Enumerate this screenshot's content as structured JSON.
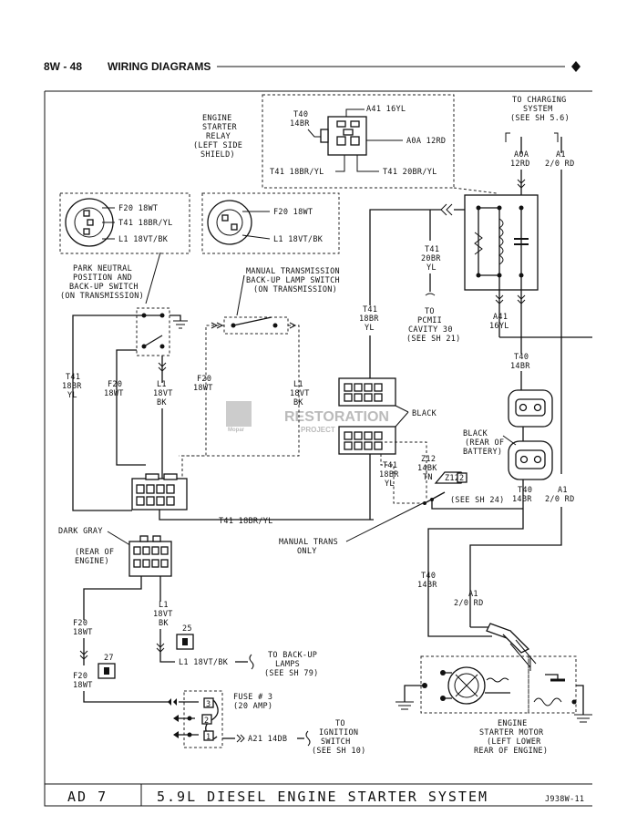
{
  "header": {
    "page_number": "8W - 48",
    "section_title": "WIRING DIAGRAMS"
  },
  "footer": {
    "group": "AD 7",
    "title": "5.9L DIESEL ENGINE STARTER SYSTEM",
    "figure_id": "J938W-11"
  },
  "watermark": {
    "line1": "Mopar",
    "line2": "RESTORATION",
    "line3": "PROJECT"
  },
  "relay": {
    "name": [
      "ENGINE",
      "STARTER",
      "RELAY",
      "(LEFT SIDE",
      "SHIELD)"
    ],
    "wire_t40": [
      "T40",
      "14BR"
    ],
    "wire_a41": "A41 16YL",
    "wire_a0a": "A0A 12RD",
    "wire_t41_left": "T41 18BR/YL",
    "wire_t41_right": "T41 20BR/YL"
  },
  "charging": {
    "label": [
      "TO CHARGING",
      "SYSTEM",
      "(SEE SH 5.6)"
    ],
    "wire_a0a": [
      "A0A",
      "12RD"
    ],
    "wire_a1": [
      "A1",
      "2/0 RD"
    ]
  },
  "pnp_detail": {
    "wire_f20": "F20 18WT",
    "wire_t41": "T41 18BR/YL",
    "wire_l1": "L1 18VT/BK"
  },
  "mtx_detail": {
    "wire_f20": "F20 18WT",
    "wire_l1": "L1 18VT/BK"
  },
  "pnp_switch": {
    "label": [
      "PARK NEUTRAL",
      "POSITION AND",
      "BACK-UP SWITCH",
      "(ON TRANSMISSION)"
    ]
  },
  "mtx_switch": {
    "label": [
      "MANUAL TRANSMISSION",
      "BACK-UP LAMP SWITCH",
      "(ON TRANSMISSION)"
    ]
  },
  "wires": {
    "t41_pcm": [
      "T41",
      "20BR",
      "YL"
    ],
    "pcm_dest": [
      "TO",
      "PCMII",
      "CAVITY 30",
      "(SEE SH 21)"
    ],
    "a41": [
      "A41",
      "16YL"
    ],
    "t40_a": [
      "T40",
      "14BR"
    ],
    "t41_vert": [
      "T41",
      "18BR",
      "YL"
    ],
    "t41_left": [
      "T41",
      "18BR",
      "YL"
    ],
    "f20_left": [
      "F20",
      "18WT"
    ],
    "l1_mid": [
      "L1",
      "18VT",
      "BK"
    ],
    "f20_mid": [
      "F20",
      "18WT"
    ],
    "l1_right": [
      "L1",
      "18VT",
      "BK"
    ],
    "t41_horiz": "T41 18BR/YL",
    "t41_lower": [
      "T41",
      "18BR",
      "YL"
    ],
    "z12": [
      "Z12",
      "14BK",
      "TN"
    ],
    "z12_flag": "Z12",
    "z12_flag_num": "2",
    "see_sh24": "(SEE SH 24)",
    "t40_b": [
      "T40",
      "14BR"
    ],
    "a1_b": [
      "A1",
      "2/0 RD"
    ],
    "t40_c": [
      "T40",
      "14BR"
    ],
    "a1_c": [
      "A1",
      "2/0 RD"
    ],
    "l1_lower": [
      "L1",
      "18VT",
      "BK"
    ],
    "f20_lower1": [
      "F20",
      "18WT"
    ],
    "f20_lower2": [
      "F20",
      "18WT"
    ],
    "l1_backup": "L1 18VT/BK",
    "a21": "A21 14DB"
  },
  "labels": {
    "black_1": "BLACK",
    "black_2": [
      "BLACK",
      "(REAR OF",
      "BATTERY)"
    ],
    "manual_trans": [
      "MANUAL TRANS",
      "ONLY"
    ],
    "dark_gray": "DARK GRAY",
    "rear_engine": [
      "(REAR OF",
      "ENGINE)"
    ],
    "conn_25": "25",
    "conn_27": "27",
    "backup_dest": [
      "TO BACK-UP",
      "LAMPS",
      "(SEE SH 79)"
    ],
    "fuse": [
      "FUSE # 3",
      "(20 AMP)"
    ],
    "fuse_pins": [
      "3",
      "2",
      "1"
    ],
    "ign_dest": [
      "TO",
      "IGNITION",
      "SWITCH",
      "(SEE SH 10)"
    ],
    "starter": [
      "ENGINE",
      "STARTER MOTOR",
      "(LEFT LOWER",
      "REAR OF ENGINE)"
    ]
  }
}
